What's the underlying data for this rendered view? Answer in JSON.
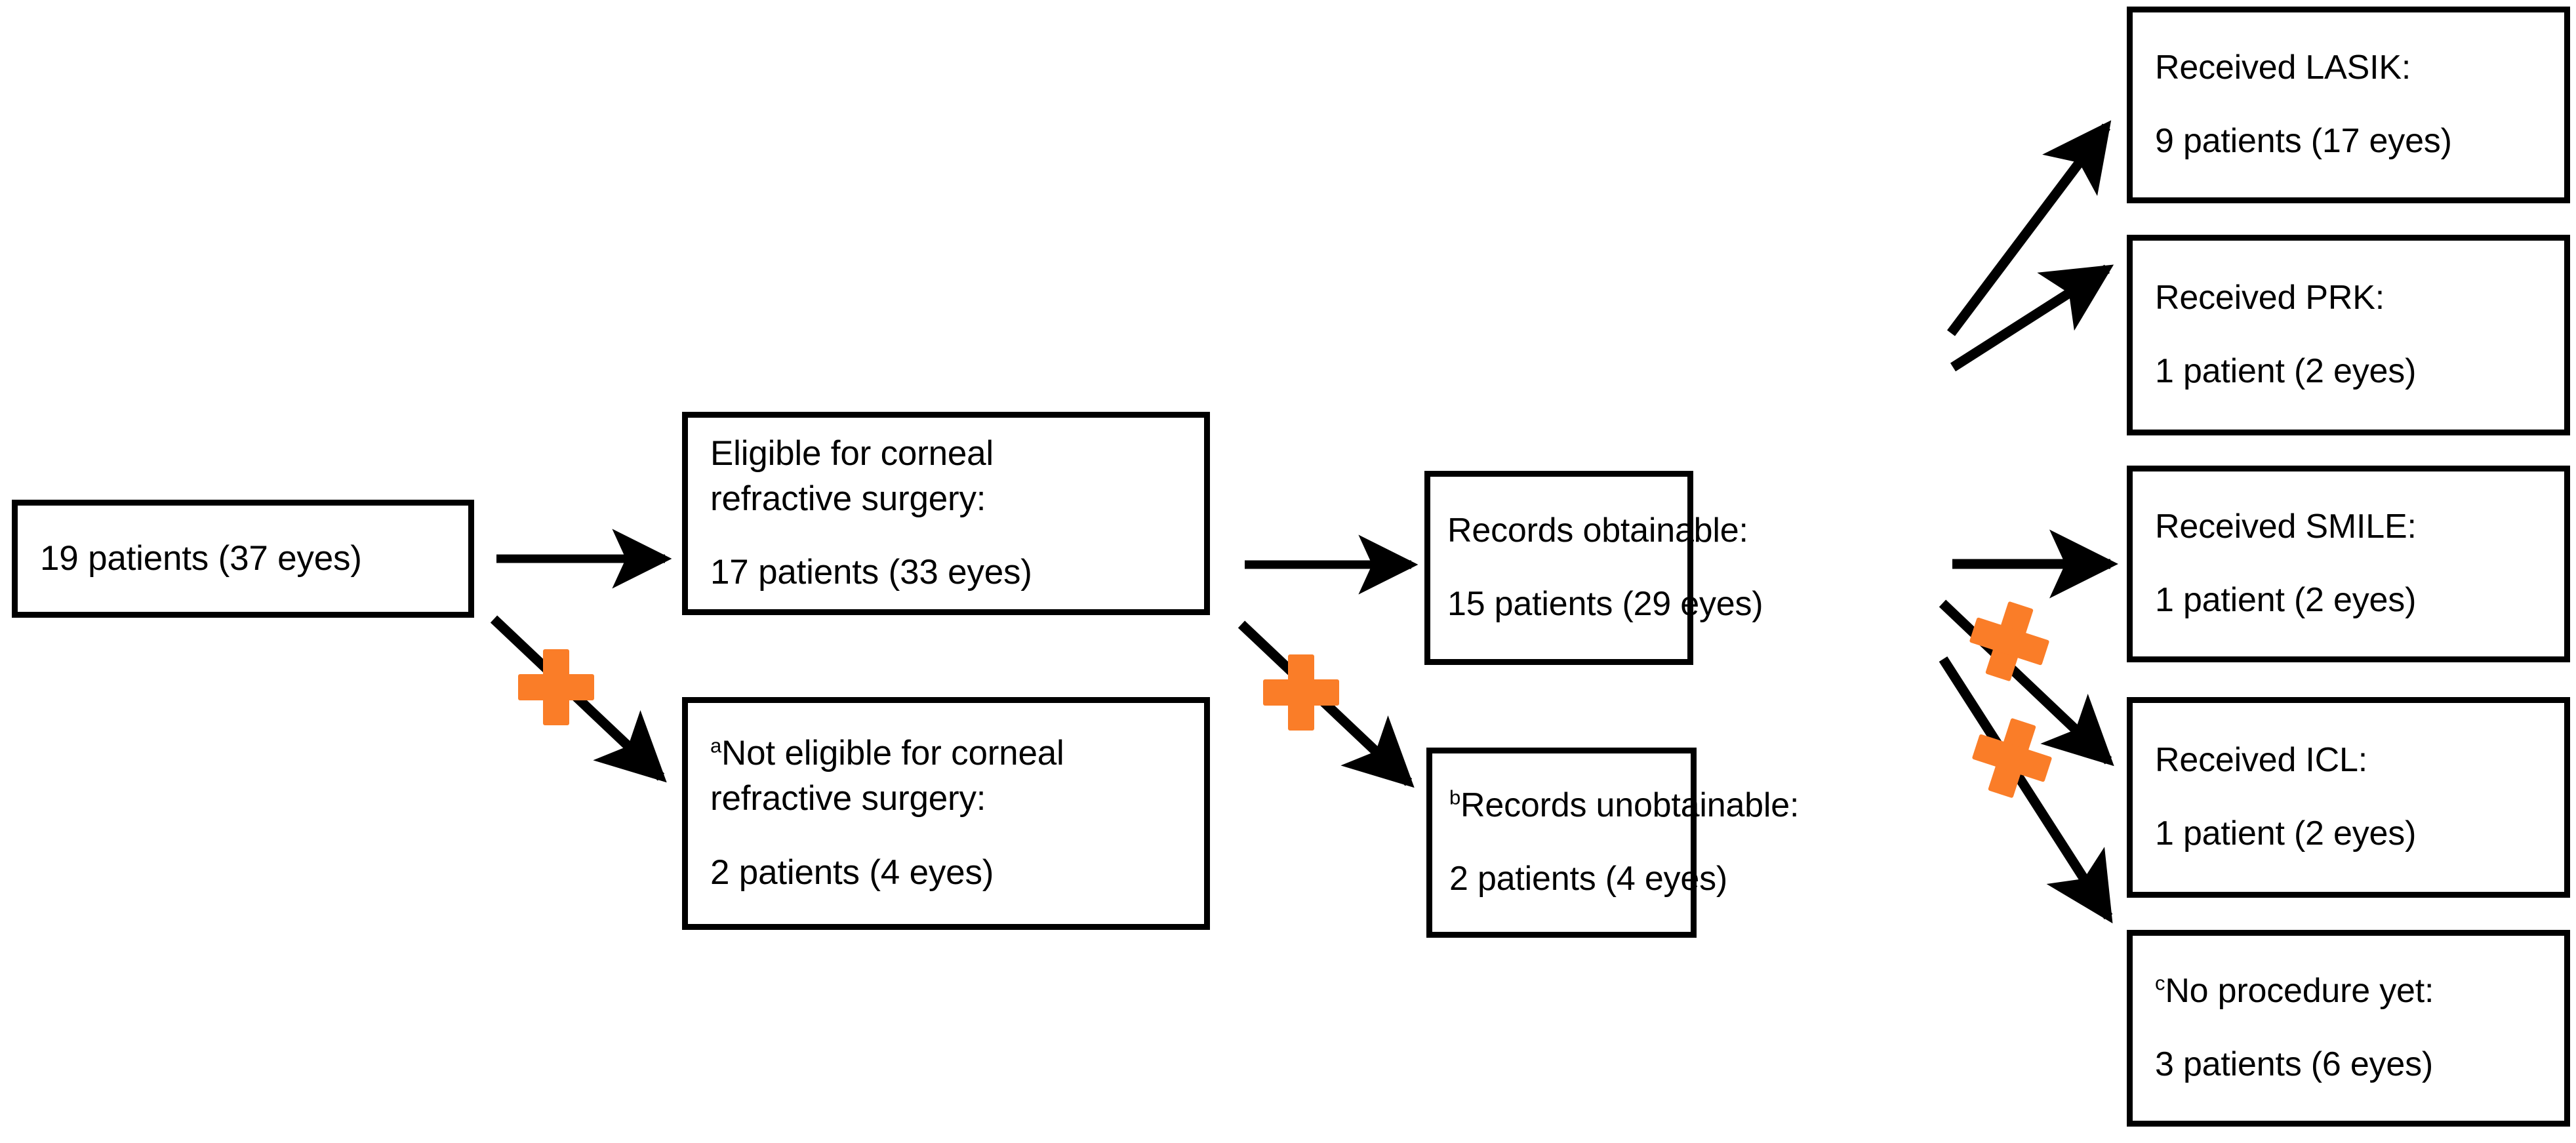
{
  "figure": {
    "type": "flowchart",
    "orientation": "left-to-right",
    "background_color": "#ffffff",
    "line_color": "#000000",
    "exclusion_marker_color": "#fa7d28"
  },
  "nodes": {
    "enrolled": {
      "count_line": "19 patients (37 eyes)"
    },
    "eligible": {
      "title_line1": "Eligible for corneal",
      "title_line2": "refractive surgery:",
      "count_line": "17 patients (33 eyes)"
    },
    "ineligible": {
      "marker": "a",
      "title_line1": "Not eligible for corneal",
      "title_line2": "refractive surgery:",
      "count_line": "2 patients (4 eyes)"
    },
    "records_obtainable": {
      "title_line1": "Records obtainable:",
      "count_line": "15 patients (29 eyes)"
    },
    "records_unobtainable": {
      "marker": "b",
      "title_line1": "Records unobtainable:",
      "count_line": "2 patients (4 eyes)"
    },
    "lasik": {
      "title_line1": "Received LASIK:",
      "count_line": "9 patients (17 eyes)"
    },
    "prk": {
      "title_line1": "Received PRK:",
      "count_line": "1 patient (2 eyes)"
    },
    "smile": {
      "title_line1": "Received SMILE:",
      "count_line": "1 patient (2 eyes)"
    },
    "icl": {
      "title_line1": "Received ICL:",
      "count_line": "1 patient (2 eyes)"
    },
    "no_procedure": {
      "marker": "c",
      "title_line1": "No procedure yet:",
      "count_line": "3 patients (6 eyes)"
    }
  },
  "edges": [
    {
      "from": "enrolled",
      "to": "eligible",
      "style": "straight-right",
      "excluded": false
    },
    {
      "from": "enrolled",
      "to": "ineligible",
      "style": "diagonal-down-right",
      "excluded": true
    },
    {
      "from": "eligible",
      "to": "records_obtainable",
      "style": "straight-right",
      "excluded": false
    },
    {
      "from": "eligible",
      "to": "records_unobtainable",
      "style": "diagonal-down-right",
      "excluded": true
    },
    {
      "from": "records_obtainable",
      "to": "lasik",
      "style": "diagonal-up-right",
      "excluded": false
    },
    {
      "from": "records_obtainable",
      "to": "prk",
      "style": "diagonal-up-right",
      "excluded": false
    },
    {
      "from": "records_obtainable",
      "to": "smile",
      "style": "straight-right",
      "excluded": false
    },
    {
      "from": "records_obtainable",
      "to": "icl",
      "style": "diagonal-down-right",
      "excluded": true
    },
    {
      "from": "records_obtainable",
      "to": "no_procedure",
      "style": "diagonal-down-right",
      "excluded": true
    }
  ],
  "exclusion_markers": [
    {
      "id": "cross-1",
      "shape": "plus-cross",
      "color": "#fa7d28"
    },
    {
      "id": "cross-2",
      "shape": "plus-cross",
      "color": "#fa7d28"
    },
    {
      "id": "cross-3",
      "shape": "plus-cross",
      "color": "#fa7d28"
    },
    {
      "id": "cross-4",
      "shape": "plus-cross",
      "color": "#fa7d28"
    }
  ]
}
